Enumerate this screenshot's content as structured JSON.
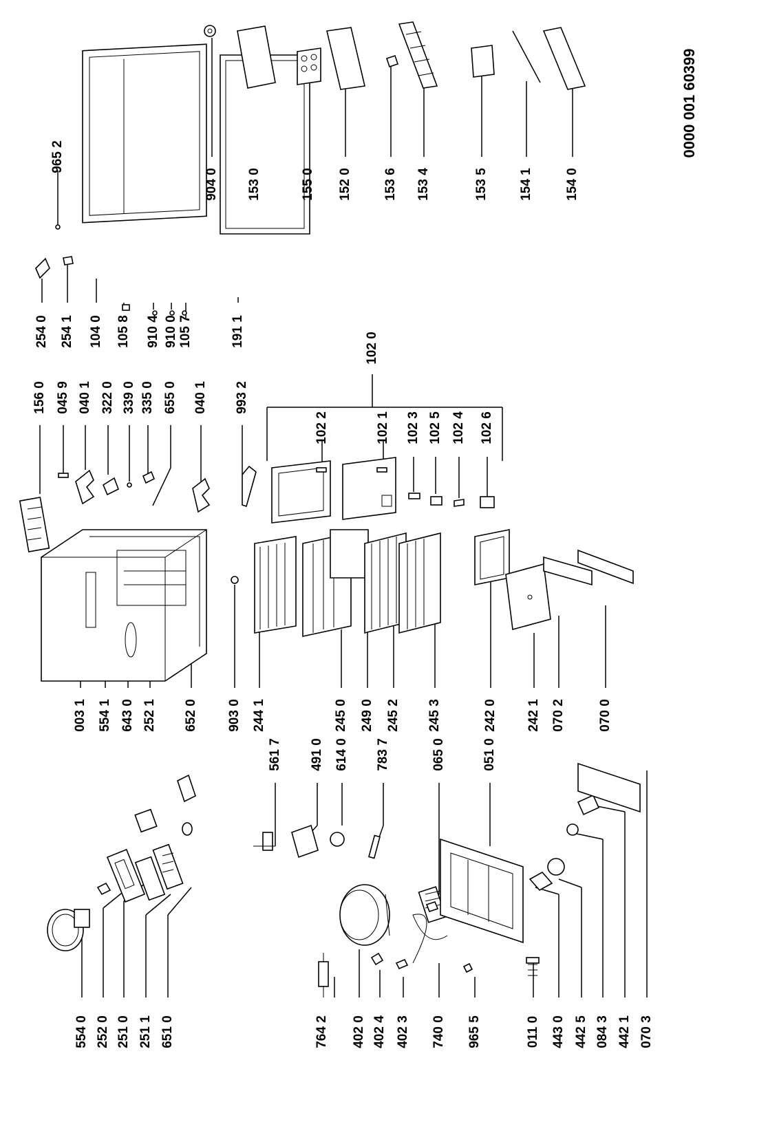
{
  "document_number": "0000 001 60399",
  "bracket_group": "102 0",
  "labels": {
    "554_0": "554 0",
    "252_0": "252 0",
    "251_0": "251 0",
    "251_1": "251 1",
    "651_0": "651 0",
    "554_1": "554 1",
    "643_0": "643 0",
    "252_1": "252 1",
    "652_0": "652 0",
    "003_1": "003 1",
    "764_2": "764 2",
    "402_0": "402 0",
    "402_4": "402 4",
    "402_3": "402 3",
    "740_0": "740 0",
    "965_5": "965 5",
    "011_0": "011 0",
    "443_0": "443 0",
    "442_5": "442 5",
    "084_3": "084 3",
    "442_1": "442 1",
    "070_3": "070 3",
    "561_7": "561 7",
    "491_0": "491 0",
    "614_0": "614 0",
    "783_7": "783 7",
    "065_0": "065 0",
    "051_0": "051 0",
    "903_0": "903 0",
    "244_1": "244 1",
    "245_0": "245 0",
    "249_0": "249 0",
    "245_2": "245 2",
    "245_3": "245 3",
    "242_0": "242 0",
    "242_1": "242 1",
    "070_2": "070 2",
    "070_0": "070 0",
    "156_0": "156 0",
    "045_9": "045 9",
    "040_1a": "040 1",
    "322_0": "322 0",
    "339_0": "339 0",
    "335_0": "335 0",
    "655_0": "655 0",
    "040_1b": "040 1",
    "993_2": "993 2",
    "102_2": "102 2",
    "102_1": "102 1",
    "102_3": "102 3",
    "102_5": "102 5",
    "102_4": "102 4",
    "102_6": "102 6",
    "254_0": "254 0",
    "254_1": "254 1",
    "104_0": "104 0",
    "105_8": "105 8",
    "910_4": "910 4",
    "910_0": "910 0",
    "105_7": "105 7",
    "191_1": "191 1",
    "965_2": "965 2",
    "904_0": "904 0",
    "153_0": "153 0",
    "155_0": "155 0",
    "152_0": "152 0",
    "153_6": "153 6",
    "153_4": "153 4",
    "153_5": "153 5",
    "154_1": "154 1",
    "154_0": "154 0"
  }
}
